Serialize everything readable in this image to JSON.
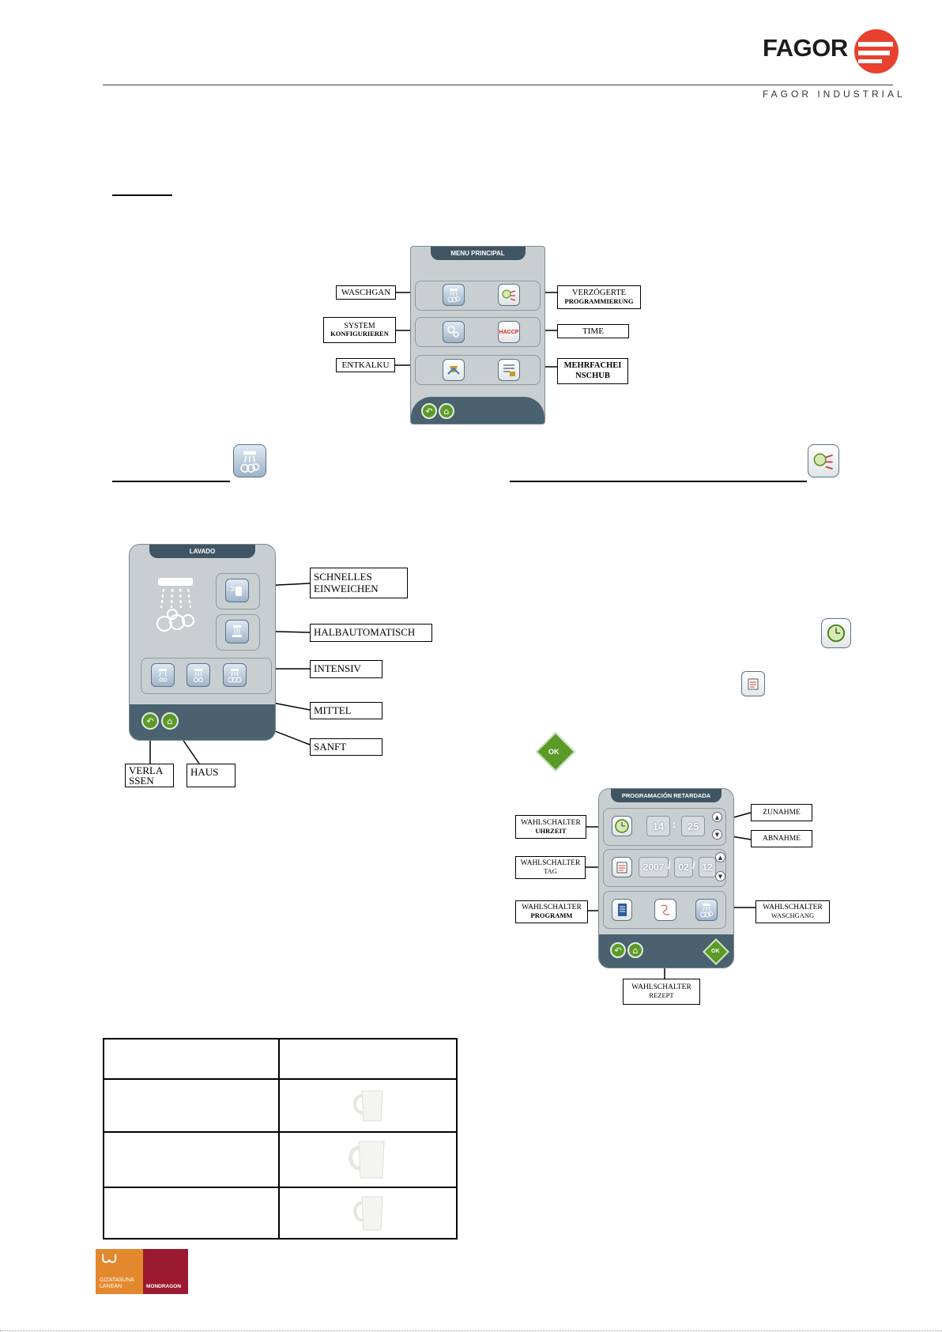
{
  "header": {
    "brand": "FAGOR",
    "brand_sub": "FAGOR INDUSTRIAL"
  },
  "menu_principal": {
    "title": "MENU PRINCIPAL",
    "callouts": {
      "waschgan": "WASCHGAN",
      "system_1": "SYSTEM",
      "system_2": "KONFIGURIEREN",
      "entkalku": "ENTKALKU",
      "verzoegerte_1": "VERZÖGERTE",
      "verzoegerte_2": "PROGRAMMIERUNG",
      "time": "TIME",
      "mehrfach_1": "MEHRFACHEI",
      "mehrfach_2": "NSCHUB"
    },
    "haccp": "HACCP"
  },
  "lavado": {
    "title": "LAVADO",
    "callouts": {
      "schnelles_1": "SCHNELLES",
      "schnelles_2": "EINWEICHEN",
      "halbautomatisch": "HALBAUTOMATISCH",
      "intensiv": "INTENSIV",
      "mittel": "MITTEL",
      "sanft": "SANFT",
      "verlassen_1": "VERLA",
      "verlassen_2": "SSEN",
      "haus": "HAUS"
    }
  },
  "ok_label": "OK",
  "programacion": {
    "title": "PROGRAMACIÓN RETARDADA",
    "hour": "14",
    "time_sep": ":",
    "minute": "25",
    "year": "2007",
    "month": "02",
    "day": "12",
    "date_sep": "/",
    "ok": "OK",
    "callouts": {
      "uhrzeit_1": "WAHLSCHALTER",
      "uhrzeit_2": "UHRZEIT",
      "tag_1": "WAHLSCHALTER",
      "tag_2": "TAG",
      "programm_1": "WAHLSCHALTER",
      "programm_2": "PROGRAMM",
      "rezept_1": "WAHLSCHALTER",
      "rezept_2": "REZEPT",
      "waschgang_1": "WAHLSCHALTER",
      "waschgang_2": "WASCHGANG",
      "zunahme": "ZUNAHME",
      "abnahme": "ABNAHME"
    }
  },
  "footer_logos": {
    "left_1": "GIZATASUNA",
    "left_2": "LANEAN",
    "right": "MONDRAGON"
  }
}
